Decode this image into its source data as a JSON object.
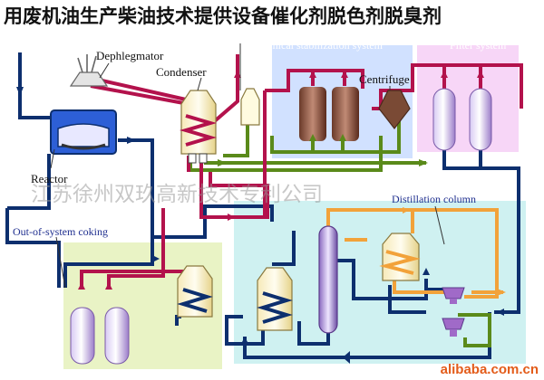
{
  "title": "用废机油生产柴油技术提供设备催化剂脱色剂脱臭剂",
  "labels": {
    "dephlegmator": "Dephlegmator",
    "condenser": "Condenser",
    "chemical_stabilization": "Chemical stabilization system",
    "filter_system": "Filter system",
    "centrifuge": "Centrifuge",
    "reactor": "Reactor",
    "distillation_column": "Distillation column",
    "out_of_system_coking": "Out-of-system coking"
  },
  "watermark": "江苏徐州双玖高新技术专利公司",
  "site": "alibaba.com.cn",
  "colors": {
    "crimson_pipe": "#b3124c",
    "navy_pipe": "#0d2f6e",
    "green_pipe": "#5a8a1a",
    "orange_pipe": "#f2a23a",
    "reactor_blue": "#2d5fd6",
    "region_blue": "#c9dcff",
    "region_pink": "#f6d2f6",
    "region_cyan": "#cff1f1",
    "region_yellow": "#e9f3c5"
  }
}
